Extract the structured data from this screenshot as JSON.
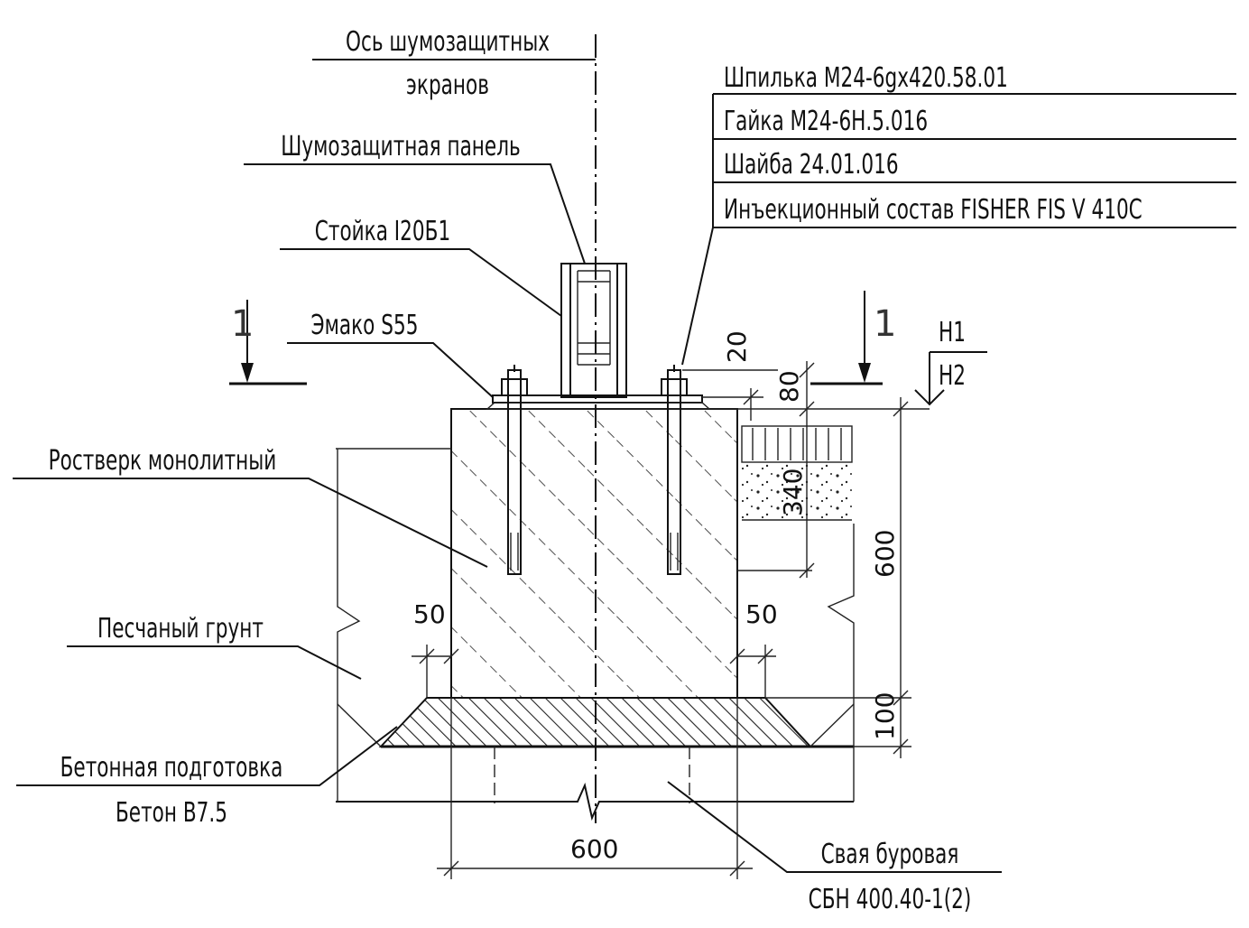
{
  "drawing": {
    "axis_label_line1": "Ось шумозащитных",
    "axis_label_line2": "экранов",
    "panel_label": "Шумозащитная панель",
    "post_label": "Стойка I20Б1",
    "emaco_label": "Эмако S55",
    "grillage_label": "Ростверк монолитный",
    "soil_label": "Песчаный грунт",
    "prep_label_line1": "Бетонная подготовка",
    "prep_label_line2": "Бетон В7.5",
    "pile_label_line1": "Свая буровая",
    "pile_label_line2": "СБН 400.40-1(2)",
    "section_mark": "1",
    "level_h1": "Н1",
    "level_h2": "Н2",
    "anchor_table": [
      "Шпилька М24-6gх420.58.01",
      "Гайка М24-6Н.5.016",
      "Шайба 24.01.016",
      "Инъекционный состав FISHER FIS V 410C"
    ],
    "dimensions": {
      "stud_projection": "20",
      "top_offset": "80",
      "embed_depth": "340",
      "grillage_height": "600",
      "prep_thickness": "100",
      "offset_left": "50",
      "offset_right": "50",
      "grillage_width": "600"
    }
  }
}
